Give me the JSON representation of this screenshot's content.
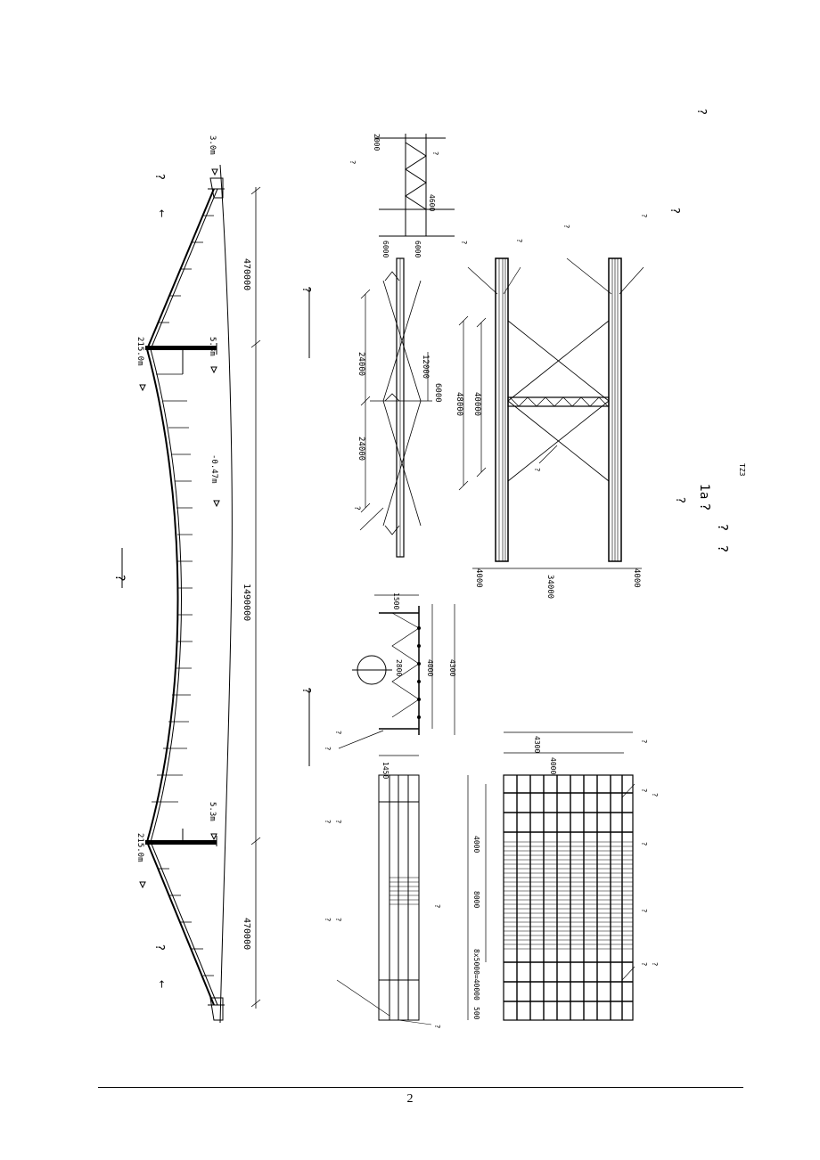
{
  "drawing": {
    "elevation_title": "?",
    "elevation_dims": {
      "left_side_span": "470000",
      "main_span": "1490000",
      "right_side_span": "470000"
    },
    "elevation_levels": {
      "tower_left": "215.0m",
      "tower_right": "215.0m",
      "mid_span": "-0.47m",
      "pier_left": "5.3m",
      "pier_right": "5.3m",
      "anchor_right": "3.0m"
    },
    "direction_labels": {
      "left": "?",
      "right": "?"
    },
    "damper_detail": {
      "title": "?",
      "dims": [
        "24000",
        "24000",
        "12000",
        "6000",
        "2000",
        "4600",
        "6000",
        "6000"
      ],
      "labels": [
        "?",
        "?",
        "?"
      ]
    },
    "plan_view": {
      "dims": [
        "48000",
        "40000",
        "4000",
        "34000",
        "4000"
      ],
      "labels": [
        "?",
        "?",
        "?",
        "?",
        "?"
      ]
    },
    "cross_section": {
      "title": "?",
      "dims": [
        "1500",
        "2800",
        "4000",
        "4300"
      ],
      "labels": [
        "?",
        "?"
      ]
    },
    "net_detail": {
      "dims": [
        "1450",
        "4000",
        "4300",
        "4000",
        "8000",
        "8x5000=40000",
        "500"
      ],
      "labels": [
        "?",
        "?",
        "?",
        "?",
        "?",
        "?",
        "?",
        "?",
        "?",
        "?",
        "?",
        "?",
        "?"
      ]
    },
    "notes": {
      "heading": "?",
      "text": "?"
    },
    "title_block": {
      "drawing_number": "1a",
      "title_line1": "?",
      "title_line2": "?",
      "title_line3": "?",
      "subtitle": "?",
      "code": "TZ3"
    }
  },
  "footer": {
    "page_number": "2"
  }
}
